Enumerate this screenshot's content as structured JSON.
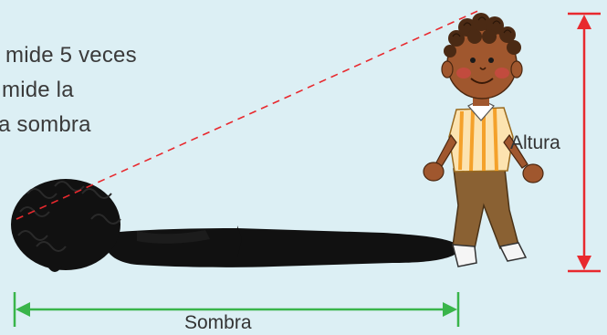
{
  "caption": {
    "line1": "mide 5 veces",
    "line2": "mide la",
    "line3": "a sombra"
  },
  "labels": {
    "height_label": "Altura",
    "shadow_label": "Sombra"
  },
  "colors": {
    "background": "#dceff4",
    "height_arrow": "#e8292e",
    "shadow_arrow": "#39b54a",
    "sight_line": "#e8292e",
    "shadow": "#111111",
    "skin": "#a0572e",
    "hair": "#4b2a14",
    "shirt_stripes": "#f4a12b",
    "pants": "#8a6133"
  }
}
